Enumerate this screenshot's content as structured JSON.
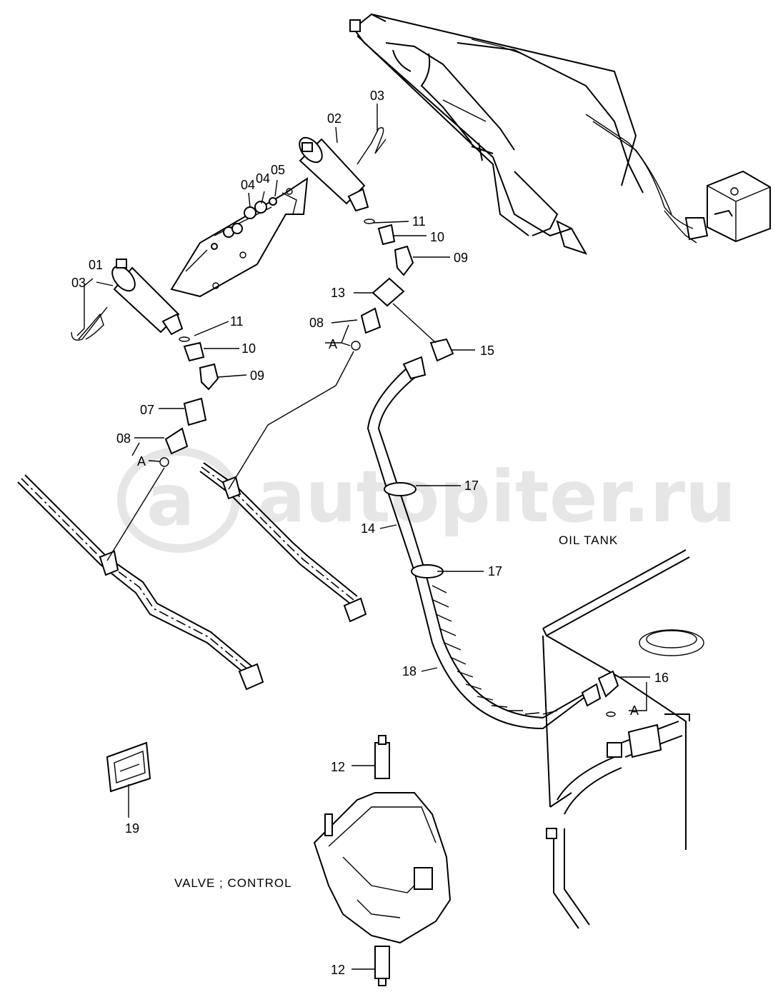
{
  "watermark": {
    "text": "autopiter.ru",
    "logo_text": "a"
  },
  "captions": {
    "oil_tank": "OIL TANK",
    "valve_control": "VALVE ; CONTROL"
  },
  "labels": {
    "p01": "01",
    "p02": "02",
    "p03_top": "03",
    "p03_left": "03",
    "p04_a": "04",
    "p04_b": "04",
    "p05": "05",
    "p07": "07",
    "p08_top": "08",
    "p08_left": "08",
    "p09_top": "09",
    "p09_left": "09",
    "p10_top": "10",
    "p10_left": "10",
    "p11_top": "11",
    "p11_left": "11",
    "p12_top": "12",
    "p12_bottom": "12",
    "p13": "13",
    "p14": "14",
    "p15": "15",
    "p16": "16",
    "p17_top": "17",
    "p17_bottom": "17",
    "p18": "18",
    "p19": "19",
    "a_top": "A",
    "a_left": "A",
    "a_right": "A"
  }
}
